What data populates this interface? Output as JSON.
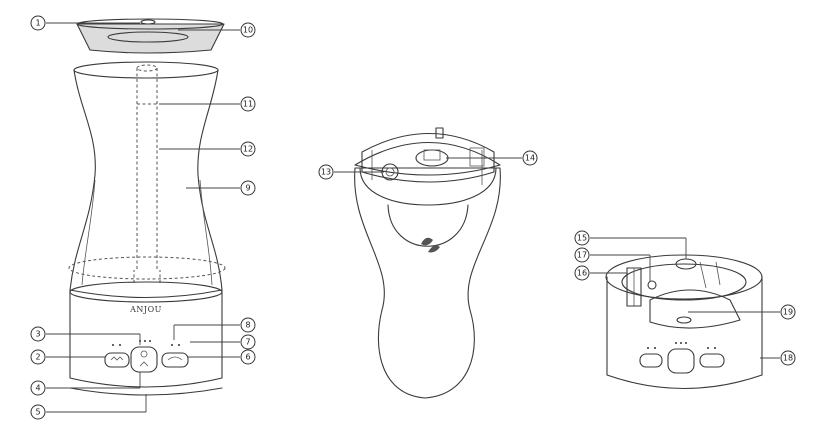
{
  "brand_label": "ANJOU",
  "callouts": [
    {
      "id": "c1",
      "text": "1"
    },
    {
      "id": "c2",
      "text": "2"
    },
    {
      "id": "c3",
      "text": "3"
    },
    {
      "id": "c4",
      "text": "4"
    },
    {
      "id": "c5",
      "text": "5"
    },
    {
      "id": "c6",
      "text": "6"
    },
    {
      "id": "c7",
      "text": "7"
    },
    {
      "id": "c8",
      "text": "8"
    },
    {
      "id": "c9",
      "text": "9"
    },
    {
      "id": "c10",
      "text": "10"
    },
    {
      "id": "c11",
      "text": "11"
    },
    {
      "id": "c12",
      "text": "12"
    },
    {
      "id": "c13",
      "text": "13"
    },
    {
      "id": "c14",
      "text": "14"
    },
    {
      "id": "c15",
      "text": "15"
    },
    {
      "id": "c16",
      "text": "16"
    },
    {
      "id": "c17",
      "text": "17"
    },
    {
      "id": "c18",
      "text": "18"
    },
    {
      "id": "c19",
      "text": "19"
    }
  ]
}
